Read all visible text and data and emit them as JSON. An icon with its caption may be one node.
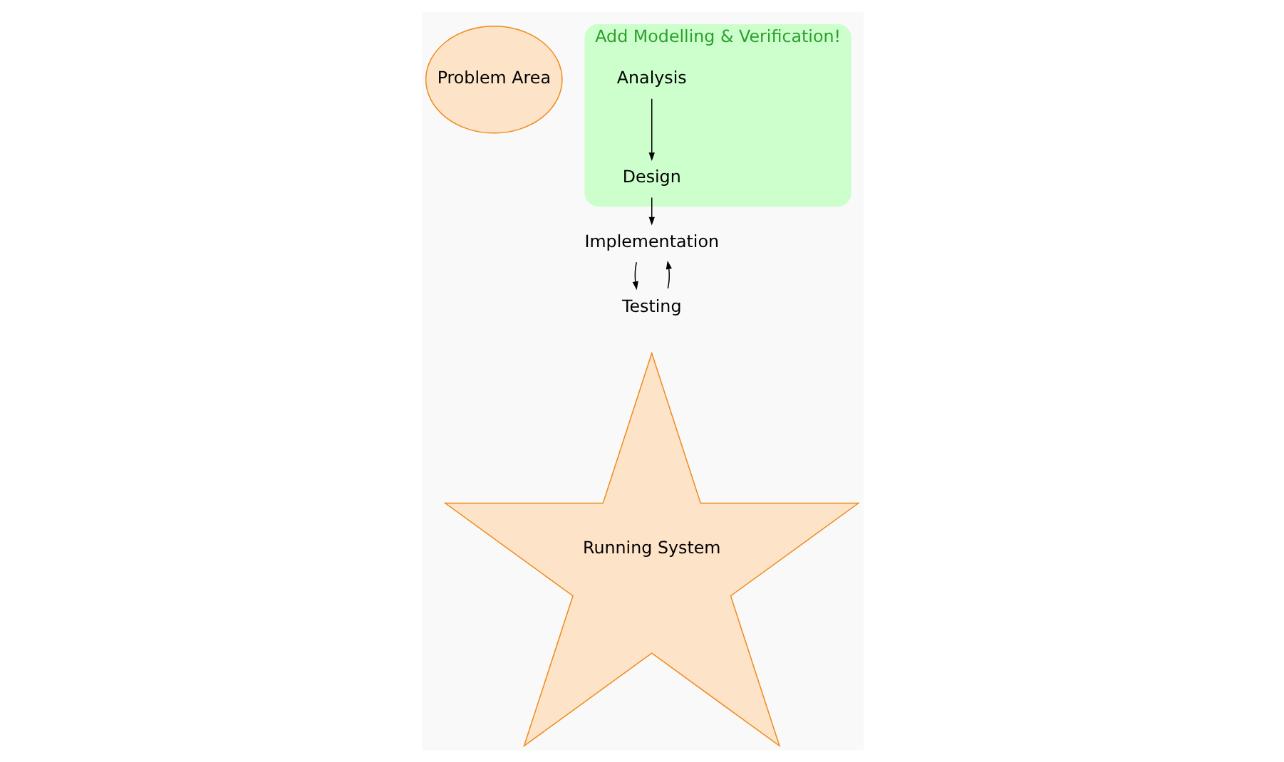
{
  "diagram": {
    "nodes": [
      {
        "text": [
          "Problem Area"
        ]
      },
      {
        "text": [
          "Add Modelling & Verification!"
        ]
      },
      {
        "text": [
          "Analysis"
        ],
        "in": 1
      },
      {
        "text": [
          "Design"
        ],
        "in": 1
      },
      {
        "text": [
          "Implementation"
        ]
      },
      {
        "text": [
          "Testing"
        ]
      },
      {
        "text": [
          "Running System"
        ]
      }
    ],
    "edges": [
      {
        "from": 2,
        "to": 3,
        "arrow": "to"
      },
      {
        "from": 3,
        "to": 4,
        "arrow": "to"
      },
      {
        "from": 4,
        "to": 5,
        "arrow": "to"
      },
      {
        "from": 5,
        "to": 4,
        "arrow": "to"
      }
    ]
  }
}
